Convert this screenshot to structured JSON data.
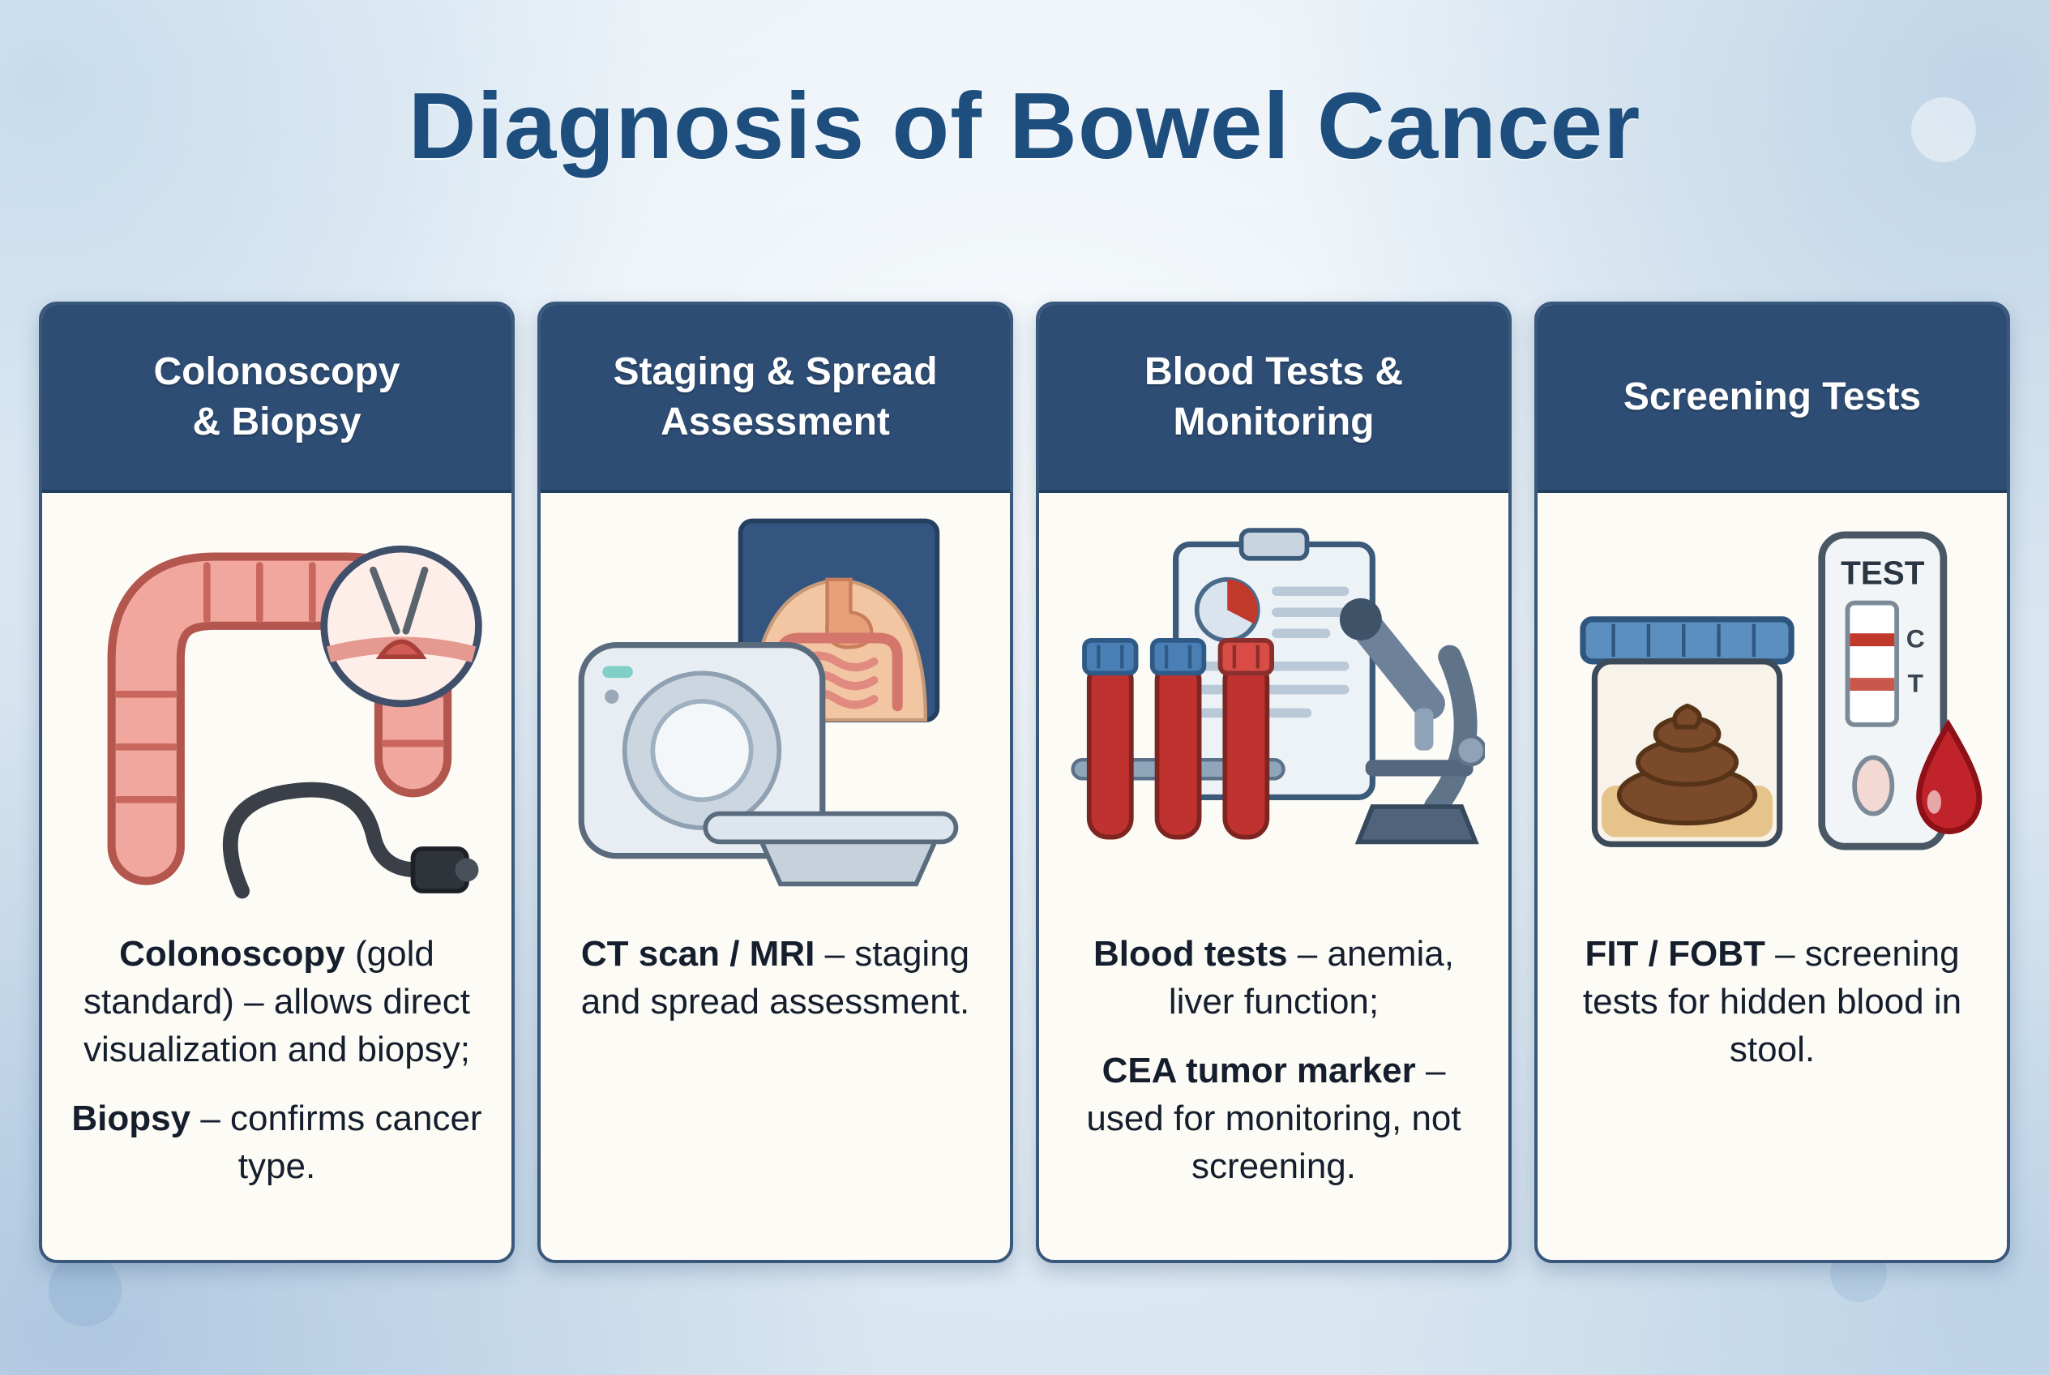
{
  "title": "Diagnosis of Bowel Cancer",
  "colors": {
    "title_text": "#1d4e7e",
    "header_bg": "#2e4d74",
    "card_border": "#39587c",
    "card_bg": "#fcfbf6",
    "page_bg": "#dde8f2",
    "blood_red": "#c0392b",
    "colon_pink": "#f1a79e",
    "cap_blue": "#4a7fb5"
  },
  "icons": {
    "card1": "colonoscopy-illustration-icon",
    "card2": "ct-scanner-illustration-icon",
    "card3": "blood-tests-microscope-illustration-icon",
    "card4": "stool-sample-fit-test-illustration-icon"
  },
  "cards": [
    {
      "header_lines": [
        "Colonoscopy",
        "& Biopsy"
      ],
      "paragraphs": [
        {
          "bold": "Colonoscopy",
          "text": " (gold standard) – allows direct visualization and biopsy;"
        },
        {
          "bold": "Biopsy",
          "text": " – confirms cancer type."
        }
      ]
    },
    {
      "header_lines": [
        "Staging & Spread",
        "Assessment"
      ],
      "paragraphs": [
        {
          "bold": "CT scan / MRI",
          "text": " – staging and spread assessment."
        }
      ]
    },
    {
      "header_lines": [
        "Blood Tests &",
        "Monitoring"
      ],
      "paragraphs": [
        {
          "bold": "Blood tests",
          "text": " – anemia, liver function;"
        },
        {
          "bold": "CEA tumor marker",
          "text": " – used for monitoring, not screening."
        }
      ]
    },
    {
      "header_lines": [
        "Screening Tests"
      ],
      "paragraphs": [
        {
          "bold": "FIT / FOBT",
          "text": " – screening tests for hidden blood in stool."
        }
      ],
      "icon_labels": {
        "test": "TEST",
        "c": "C",
        "t": "T"
      }
    }
  ]
}
